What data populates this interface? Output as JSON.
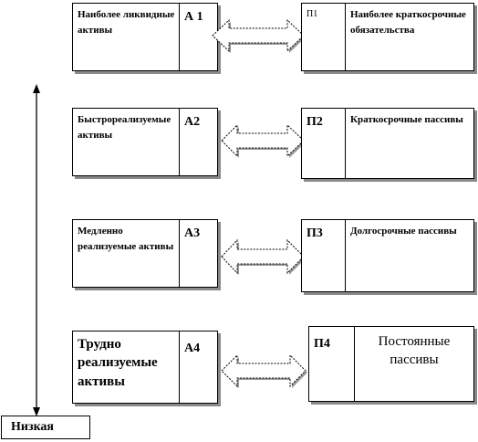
{
  "rows": [
    {
      "asset_text": "Наиболее ликвидные активы",
      "asset_code": "А 1",
      "liab_code": "П1",
      "liab_text": "Наиболее краткосрочные обязательства"
    },
    {
      "asset_text": "Быстрореализуемые активы",
      "asset_code": "А2",
      "liab_code": "П2",
      "liab_text": "Краткосрочные пассивы"
    },
    {
      "asset_text": "Медленно реализуемые активы",
      "asset_code": "А3",
      "liab_code": "П3",
      "liab_text": "Долгосрочные пассивы"
    },
    {
      "asset_text": "Трудно реализуемые активы",
      "asset_code": "А4",
      "liab_code": "П4",
      "liab_text": "Постоянные пассивы"
    }
  ],
  "axis_bottom_label": "Низкая"
}
